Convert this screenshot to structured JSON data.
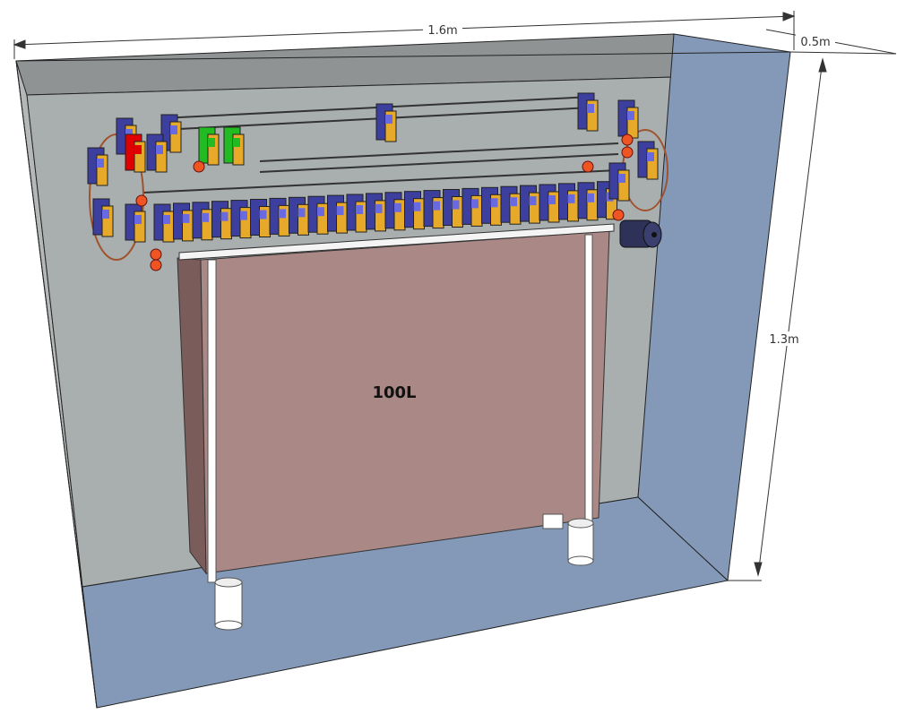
{
  "dimensions": {
    "width": "1.6m",
    "depth": "0.5m",
    "height": "1.3m"
  },
  "tank_label": "100L",
  "colors": {
    "ceiling": "#8f9394",
    "back_wall": "#a9aeae",
    "side_wall": "#8399b7",
    "floor": "#8399b7",
    "tank": "#a98886",
    "module_blue": "#3d3f9e",
    "module_yellow": "#e6a92a",
    "module_red": "#e00000",
    "module_green": "#22bb22",
    "pulley": "#ee5522"
  }
}
